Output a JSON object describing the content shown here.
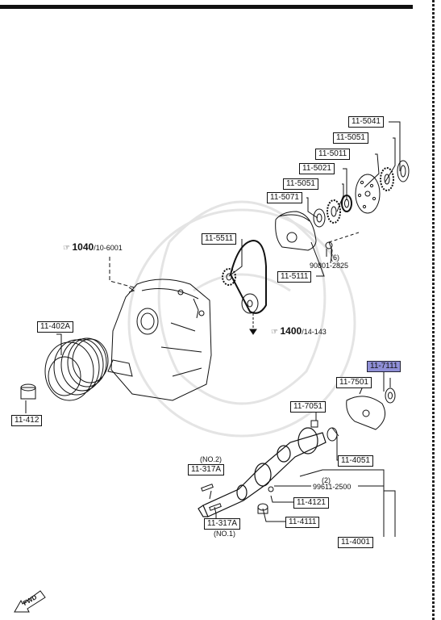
{
  "labels": {
    "p5041": "11-5041",
    "p5051a": "11-5051",
    "p5011": "11-5011",
    "p5021": "11-5021",
    "p5051b": "11-5051",
    "p5071": "11-5071",
    "p5511": "11-5511",
    "p5111": "11-5111",
    "p402a": "11-402A",
    "p412": "11-412",
    "p7111": "11-7111",
    "p7501": "11-7501",
    "p7051": "11-7051",
    "p4051": "11-4051",
    "p317a_top": "11-317A",
    "p317a_bot": "11-317A",
    "p4121": "11-4121",
    "p4111": "11-4111",
    "p4001": "11-4001"
  },
  "notes": {
    "bolt_qty": "(6)",
    "bolt_part": "90801-2825",
    "pin_qty": "(2)",
    "pin_part": "99611-2500",
    "no2": "(NO.2)",
    "no1": "(NO.1)",
    "ref1040_num": "1040",
    "ref1040_sub": "/10-6001",
    "ref1400_num": "1400",
    "ref1400_sub": "/14-143",
    "fwd": "FWD"
  },
  "highlight_color": "#8f8fd6",
  "icons": [
    "pointing-hand-icon",
    "fwd-arrow-icon"
  ]
}
